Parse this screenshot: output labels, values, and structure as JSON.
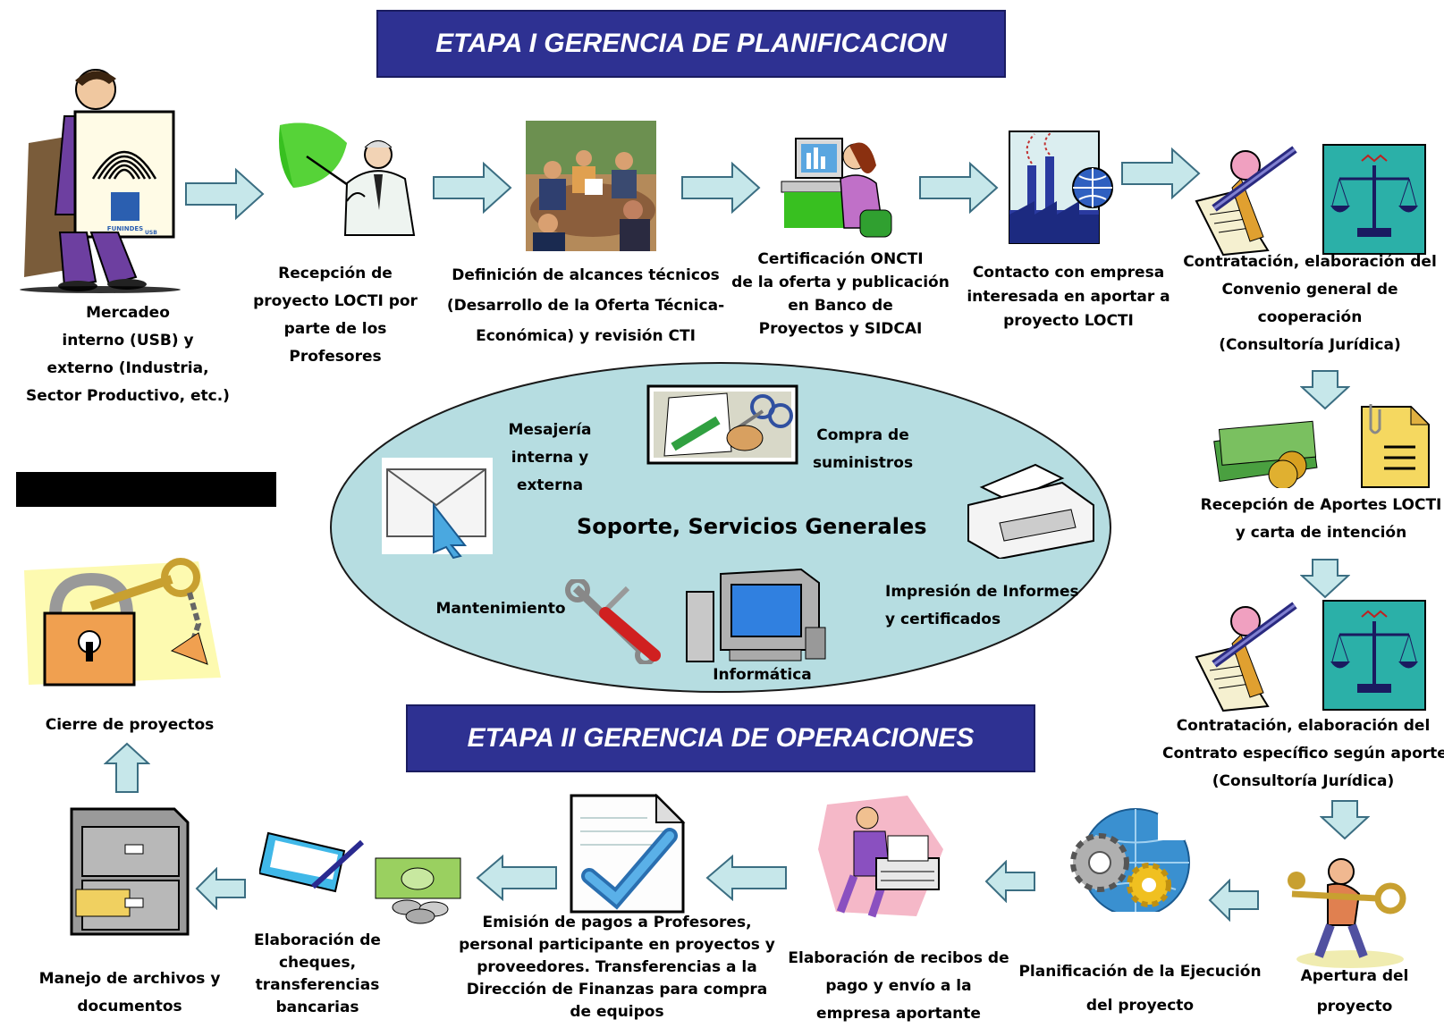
{
  "banners": {
    "etapa1": "ETAPA I   GERENCIA DE PLANIFICACION",
    "etapa2": "ETAPA II   GERENCIA DE OPERACIONES"
  },
  "top_row": {
    "mercadeo": [
      "Mercadeo",
      "interno (USB)  y",
      "externo (Industria,",
      "Sector Productivo, etc.)"
    ],
    "recepcion": [
      "Recepción de",
      "proyecto LOCTI por",
      "parte de los",
      "Profesores"
    ],
    "definicion": [
      "Definición de alcances técnicos",
      "(Desarrollo de la Oferta Técnica-",
      "Económica) y revisión CTI"
    ],
    "certificacion": [
      "Certificación ONCTI",
      "de la oferta y publicación",
      "en Banco de",
      "Proyectos y SIDCAI"
    ],
    "contacto": [
      "Contacto con empresa",
      "interesada en aportar a",
      "proyecto LOCTI"
    ],
    "contratacion1": [
      "Contratación, elaboración del",
      "Convenio general de",
      "cooperación",
      "(Consultoría Jurídica)"
    ]
  },
  "right_col": {
    "recepcion_aportes": [
      "Recepción de Aportes LOCTI",
      "y carta de intención"
    ],
    "contratacion2": [
      "Contratación, elaboración del",
      "Contrato específico según aporte",
      "(Consultoría Jurídica)"
    ],
    "apertura": [
      "Apertura del",
      "proyecto"
    ]
  },
  "bottom_row": {
    "planificacion": [
      "Planificación de la Ejecución",
      "del proyecto"
    ],
    "recibos": [
      "Elaboración de recibos de",
      "pago y envío a la",
      "empresa aportante"
    ],
    "emision": [
      "Emisión de pagos a Profesores,",
      "personal participante en proyectos y",
      "proveedores. Transferencias a la",
      "Dirección de Finanzas para compra",
      "de equipos"
    ],
    "cheques": [
      "Elaboración de",
      "cheques,",
      "transferencias",
      "bancarias"
    ],
    "archivos": [
      "Manejo de archivos y",
      "documentos"
    ],
    "cierre": [
      "Cierre de  proyectos"
    ]
  },
  "center": {
    "title": "Soporte, Servicios Generales",
    "mensajeria": [
      "Mesajería",
      "interna y",
      "externa"
    ],
    "compra": [
      "Compra de",
      "suministros"
    ],
    "mantenimiento": [
      "Mantenimiento"
    ],
    "informatica": [
      "Informática"
    ],
    "impresion": [
      "Impresión de Informes",
      "y certificados"
    ]
  },
  "logo": {
    "org": "FUNINDES",
    "sub": "USB"
  },
  "colors": {
    "banner": "#2e3192",
    "ellipse": "#b6dde1",
    "arrow_fill": "#c6e7ea",
    "arrow_stroke": "#3b6e82"
  }
}
